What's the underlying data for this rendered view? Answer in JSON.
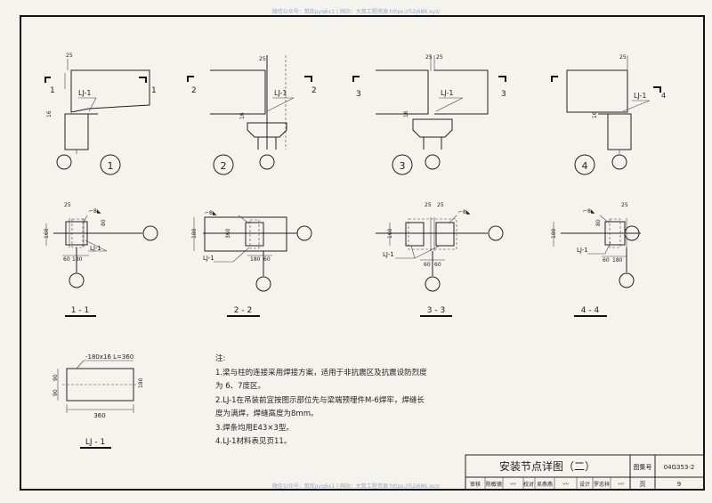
{
  "watermark": {
    "top": "微信公众号：筑库pyq6x1 | 网站：大筑工程资源 https://52j686.xyz/",
    "bottom": "微信公众号：筑库pyq6x1 | 网站：大筑工程资源 https://52j686.xyz/"
  },
  "details": [
    {
      "num": "1",
      "section_label": "1",
      "lj": "LJ-1",
      "dims": [
        "25",
        "16"
      ]
    },
    {
      "num": "2",
      "section_label": "2",
      "lj": "LJ-1",
      "dims": [
        "25",
        "16"
      ]
    },
    {
      "num": "3",
      "section_label": "3",
      "lj": "LJ-1",
      "dims": [
        "25",
        "25",
        "16"
      ]
    },
    {
      "num": "4",
      "section_label": "4",
      "lj": "LJ-1",
      "dims": [
        "25",
        "16"
      ]
    }
  ],
  "sections": [
    {
      "title": "1 - 1",
      "lj": "LJ-1",
      "weld": "8",
      "dims": [
        "25",
        "80",
        "160",
        "60",
        "180"
      ]
    },
    {
      "title": "2 - 2",
      "lj": "LJ-1",
      "weld": "8",
      "dims": [
        "180",
        "360",
        "180",
        "60"
      ]
    },
    {
      "title": "3 - 3",
      "lj": "LJ-1",
      "weld": "8",
      "dims": [
        "25",
        "25",
        "160",
        "60",
        "60"
      ]
    },
    {
      "title": "4 - 4",
      "lj": "LJ-1",
      "weld": "8",
      "dims": [
        "25",
        "80",
        "180",
        "60",
        "180"
      ]
    }
  ],
  "plate": {
    "title": "LJ - 1",
    "spec": "-180x16  L=360",
    "width": "360",
    "height": "180",
    "left_dims": [
      "90",
      "90"
    ]
  },
  "notes": {
    "heading": "注:",
    "lines": [
      "1.梁与柱的连接采用焊接方案，适用于非抗震区及抗震设防烈度",
      "为 6、7度区。",
      "2.LJ-1在吊装前宜按图示部位先与梁端预埋件M-6焊牢，焊缝长",
      "度为满焊，焊缝高度为8mm。",
      "3.焊条均用E43×3型。",
      "4.LJ-1材料表见页11。"
    ]
  },
  "title_block": {
    "title": "安装节点详图（二）",
    "atlas_label": "图集号",
    "atlas_no": "04G353-2",
    "row_labels": [
      "审核",
      "陈敏德",
      "校对",
      "吴燕燕",
      "设计",
      "罗忠祥"
    ],
    "page_label": "页",
    "page_no": "9"
  }
}
